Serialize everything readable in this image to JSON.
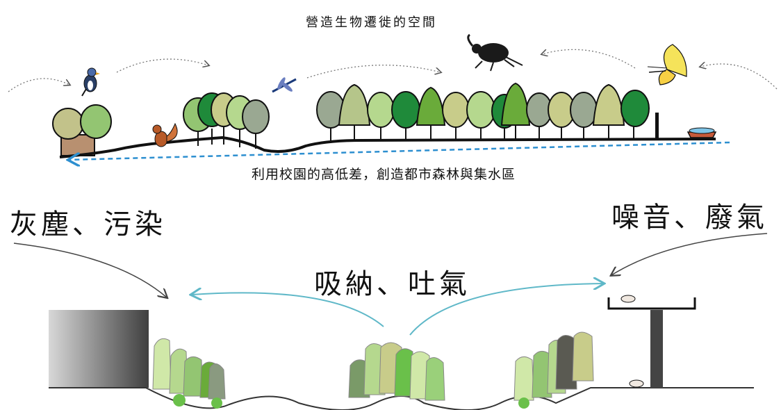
{
  "top_diagram": {
    "title": "營造生物遷徙的空間",
    "caption": "利用校園的高低差，創造都市森林與集水區"
  },
  "bottom_diagram": {
    "left_label": "灰塵、污染",
    "right_label": "噪音、廢氣",
    "center_label": "吸納、吐氣"
  },
  "colors": {
    "tree_palette": [
      "#b5c58a",
      "#93c572",
      "#6aab3a",
      "#1f8a3a",
      "#9aa892",
      "#c8cc8a",
      "#d0d6a0"
    ],
    "water_line": "#2d8fd0",
    "air_arrow": "#5fb8c8",
    "building_dark": "#555555",
    "ground": "#222222"
  }
}
